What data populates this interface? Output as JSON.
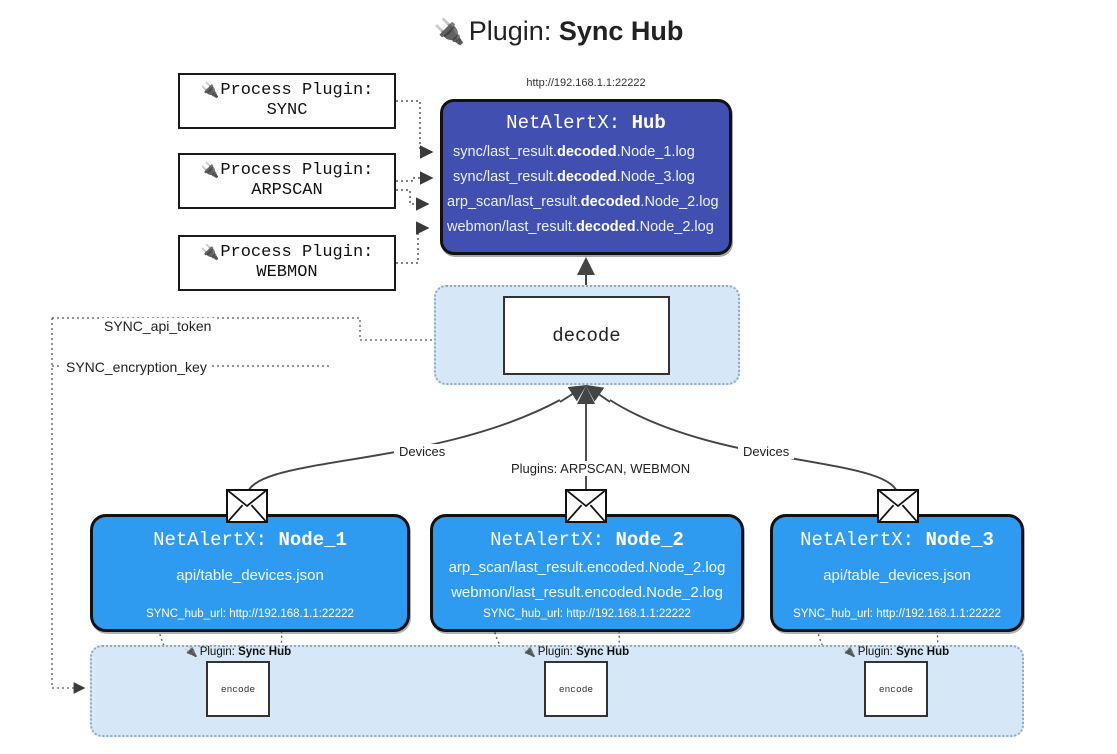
{
  "title": {
    "icon": "plug-icon",
    "prefix": "Plugin:",
    "name": "Sync Hub"
  },
  "hub": {
    "url": "http://192.168.1.1:22222",
    "label_prefix": "NetAlertX:",
    "label_name": "Hub",
    "logs": [
      {
        "pre": "sync/last_result.",
        "bold": "decoded",
        "post": ".Node_1.log"
      },
      {
        "pre": "sync/last_result.",
        "bold": "decoded",
        "post": ".Node_3.log"
      },
      {
        "pre": "arp_scan/last_result.",
        "bold": "decoded",
        "post": ".Node_2.log"
      },
      {
        "pre": "webmon/last_result.",
        "bold": "decoded",
        "post": ".Node_2.log"
      }
    ]
  },
  "process_plugins": [
    {
      "prefix": "Process Plugin:",
      "name": "SYNC",
      "icon": "plug-icon"
    },
    {
      "prefix": "Process Plugin:",
      "name": "ARPSCAN",
      "icon": "plug-icon"
    },
    {
      "prefix": "Process Plugin:",
      "name": "WEBMON",
      "icon": "plug-icon"
    }
  ],
  "decode": {
    "label": "decode"
  },
  "keys": {
    "api_token": "SYNC_api_token",
    "encryption_key": "SYNC_encryption_key"
  },
  "edge_labels": {
    "devices_left": "Devices",
    "devices_right": "Devices",
    "plugins": "Plugins: ARPSCAN, WEBMON"
  },
  "nodes": [
    {
      "label_prefix": "NetAlertX:",
      "label_name": "Node_1",
      "lines": [
        "api/table_devices.json"
      ],
      "hub_url": "SYNC_hub_url: http://192.168.1.1:22222",
      "envelope_icon": "envelope-icon"
    },
    {
      "label_prefix": "NetAlertX:",
      "label_name": "Node_2",
      "lines": [
        "arp_scan/last_result.encoded.Node_2.log",
        "webmon/last_result.encoded.Node_2.log"
      ],
      "hub_url": "SYNC_hub_url: http://192.168.1.1:22222",
      "envelope_icon": "envelope-icon"
    },
    {
      "label_prefix": "NetAlertX:",
      "label_name": "Node_3",
      "lines": [
        "api/table_devices.json"
      ],
      "hub_url": "SYNC_hub_url: http://192.168.1.1:22222",
      "envelope_icon": "envelope-icon"
    }
  ],
  "encoders": [
    {
      "plugin_prefix": "Plugin:",
      "plugin_name": "Sync Hub",
      "label": "encode",
      "icon": "plug-icon"
    },
    {
      "plugin_prefix": "Plugin:",
      "plugin_name": "Sync Hub",
      "label": "encode",
      "icon": "plug-icon"
    },
    {
      "plugin_prefix": "Plugin:",
      "plugin_name": "Sync Hub",
      "label": "encode",
      "icon": "plug-icon"
    }
  ],
  "colors": {
    "hub_fill": "#4150b0",
    "node_fill": "#2f9bf0",
    "zone_fill": "#d6e7f8",
    "stroke": "#111111"
  }
}
